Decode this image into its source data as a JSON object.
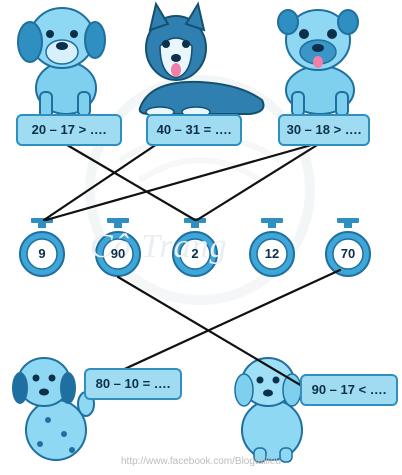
{
  "labels": {
    "dog1": "20 – 17 > ….",
    "dog2": "40 – 31 = ….",
    "dog3": "30 – 18 > ….",
    "dog4": "80 – 10 = ….",
    "dog5": "90 – 17 < …."
  },
  "watches": [
    "9",
    "90",
    "2",
    "12",
    "70"
  ],
  "watermark": {
    "brand": "Cô Trang",
    "url": "http://www.facebook.com/Blogtailieu"
  },
  "colors": {
    "dog_light": "#7fd0ef",
    "dog_dark": "#1f6fa0",
    "label_fill": "#9fdcf2",
    "line": "#111111"
  }
}
